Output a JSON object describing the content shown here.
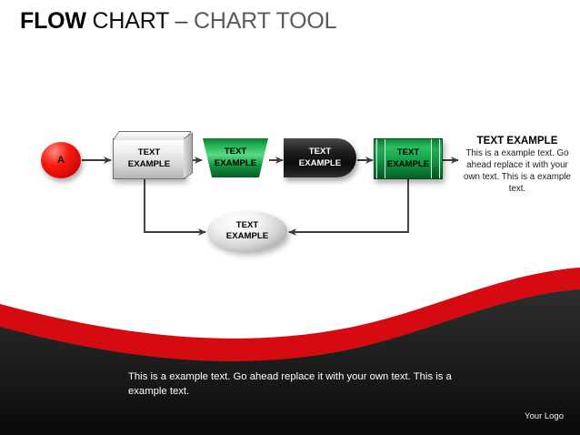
{
  "title": {
    "bold": "FLOW",
    "plain": "CHART",
    "dash": "–",
    "gray": "CHART TOOL"
  },
  "flow": {
    "nodes": [
      {
        "id": "start",
        "shape": "sphere",
        "label": "A"
      },
      {
        "id": "process",
        "shape": "cube-3d",
        "label": "TEXT\nEXAMPLE"
      },
      {
        "id": "trapezoid",
        "shape": "trapezoid",
        "label": "TEXT\nEXAMPLE"
      },
      {
        "id": "delay",
        "shape": "delay",
        "label": "TEXT\nEXAMPLE"
      },
      {
        "id": "predef",
        "shape": "predefined-process",
        "label": "TEXT\nEXAMPLE"
      },
      {
        "id": "oval",
        "shape": "ellipse",
        "label": "TEXT\nEXAMPLE"
      }
    ],
    "node_labels": {
      "start": "A",
      "process_line1": "TEXT",
      "process_line2": "EXAMPLE",
      "trapezoid_line1": "TEXT",
      "trapezoid_line2": "EXAMPLE",
      "delay_line1": "TEXT",
      "delay_line2": "EXAMPLE",
      "predef_line1": "TEXT",
      "predef_line2": "EXAMPLE",
      "oval_line1": "TEXT",
      "oval_line2": "EXAMPLE"
    },
    "colors": {
      "start_red": "#f71b12",
      "green": "#12a045",
      "dark": "#111111",
      "silver": "#d2d2d2",
      "connector": "#3c3c3c"
    }
  },
  "side_panel": {
    "title": "TEXT EXAMPLE",
    "body": "This is a example text. Go ahead replace it with your own text. This is a example text."
  },
  "footer": {
    "paragraph": "This is a example text. Go ahead replace it with your own text. This is a example text.",
    "logo": "Your Logo"
  },
  "wave": {
    "green": "#0e9444",
    "red": "#d60b12",
    "dark_start": "#2b2b2b",
    "dark_end": "#0c0c0c"
  }
}
